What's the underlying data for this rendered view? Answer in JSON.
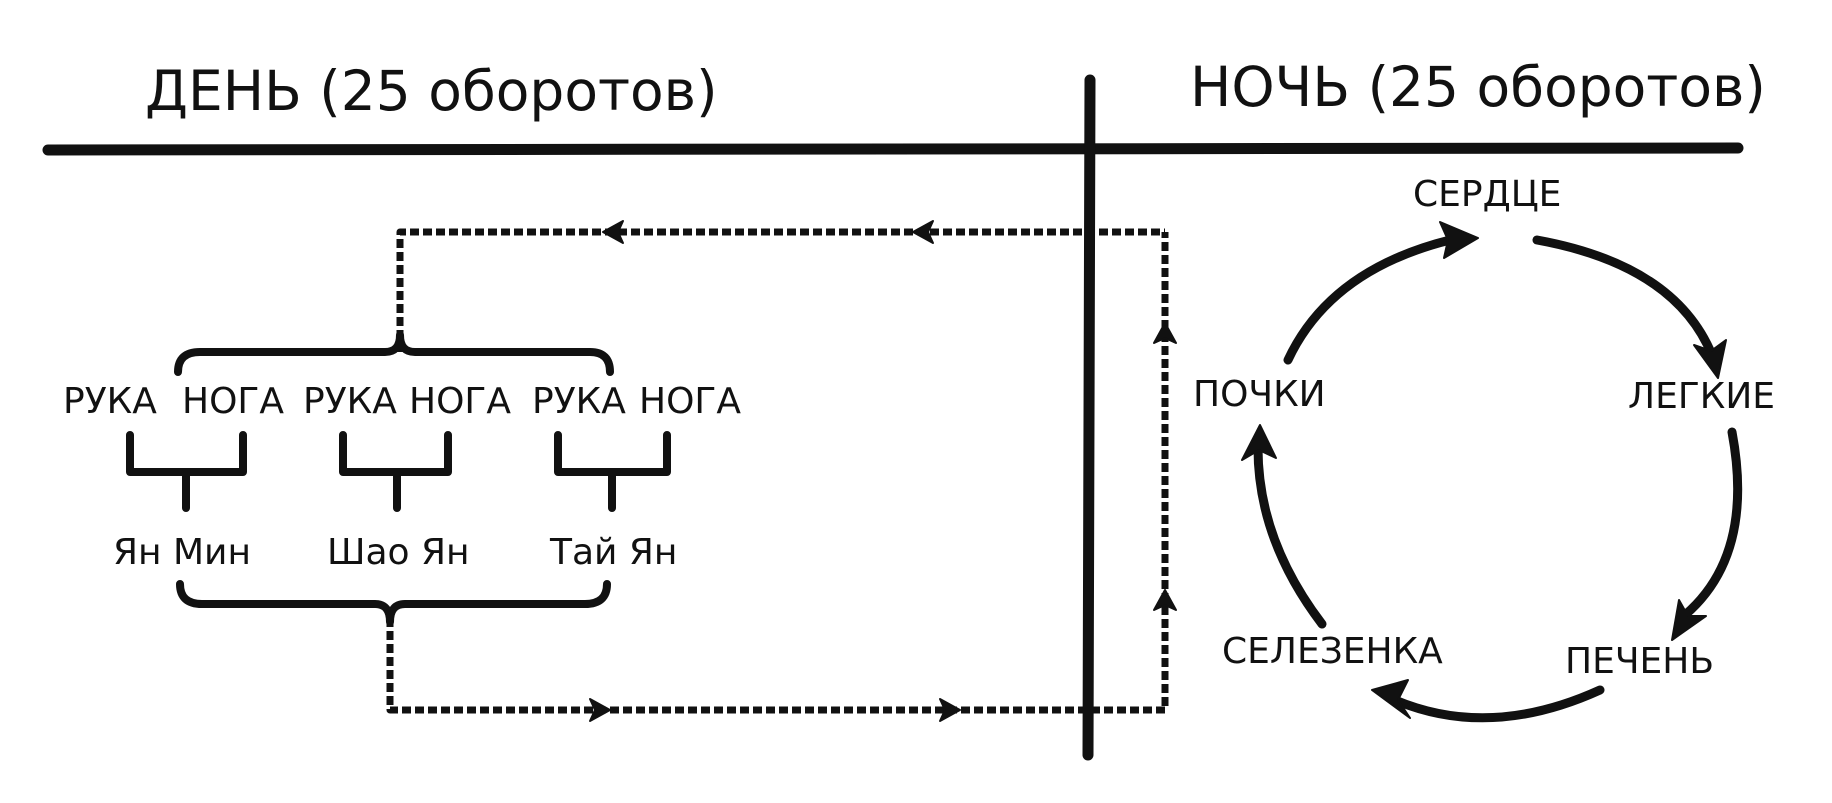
{
  "header": {
    "day": "ДЕНЬ (25 оборотов)",
    "night": "НОЧЬ (25 оборотов)"
  },
  "day_cycle": {
    "limbs": [
      "РУКА",
      "НОГА",
      "РУКА",
      "НОГА",
      "РУКА",
      "НОГА"
    ],
    "channels": [
      "Ян Мин",
      "Шао Ян",
      "Тай Ян"
    ]
  },
  "night_cycle": {
    "organs": [
      "СЕРДЦЕ",
      "ЛЕГКИЕ",
      "ПЕЧЕНЬ",
      "СЕЛЕЗЕНКА",
      "ПОЧКИ"
    ]
  }
}
